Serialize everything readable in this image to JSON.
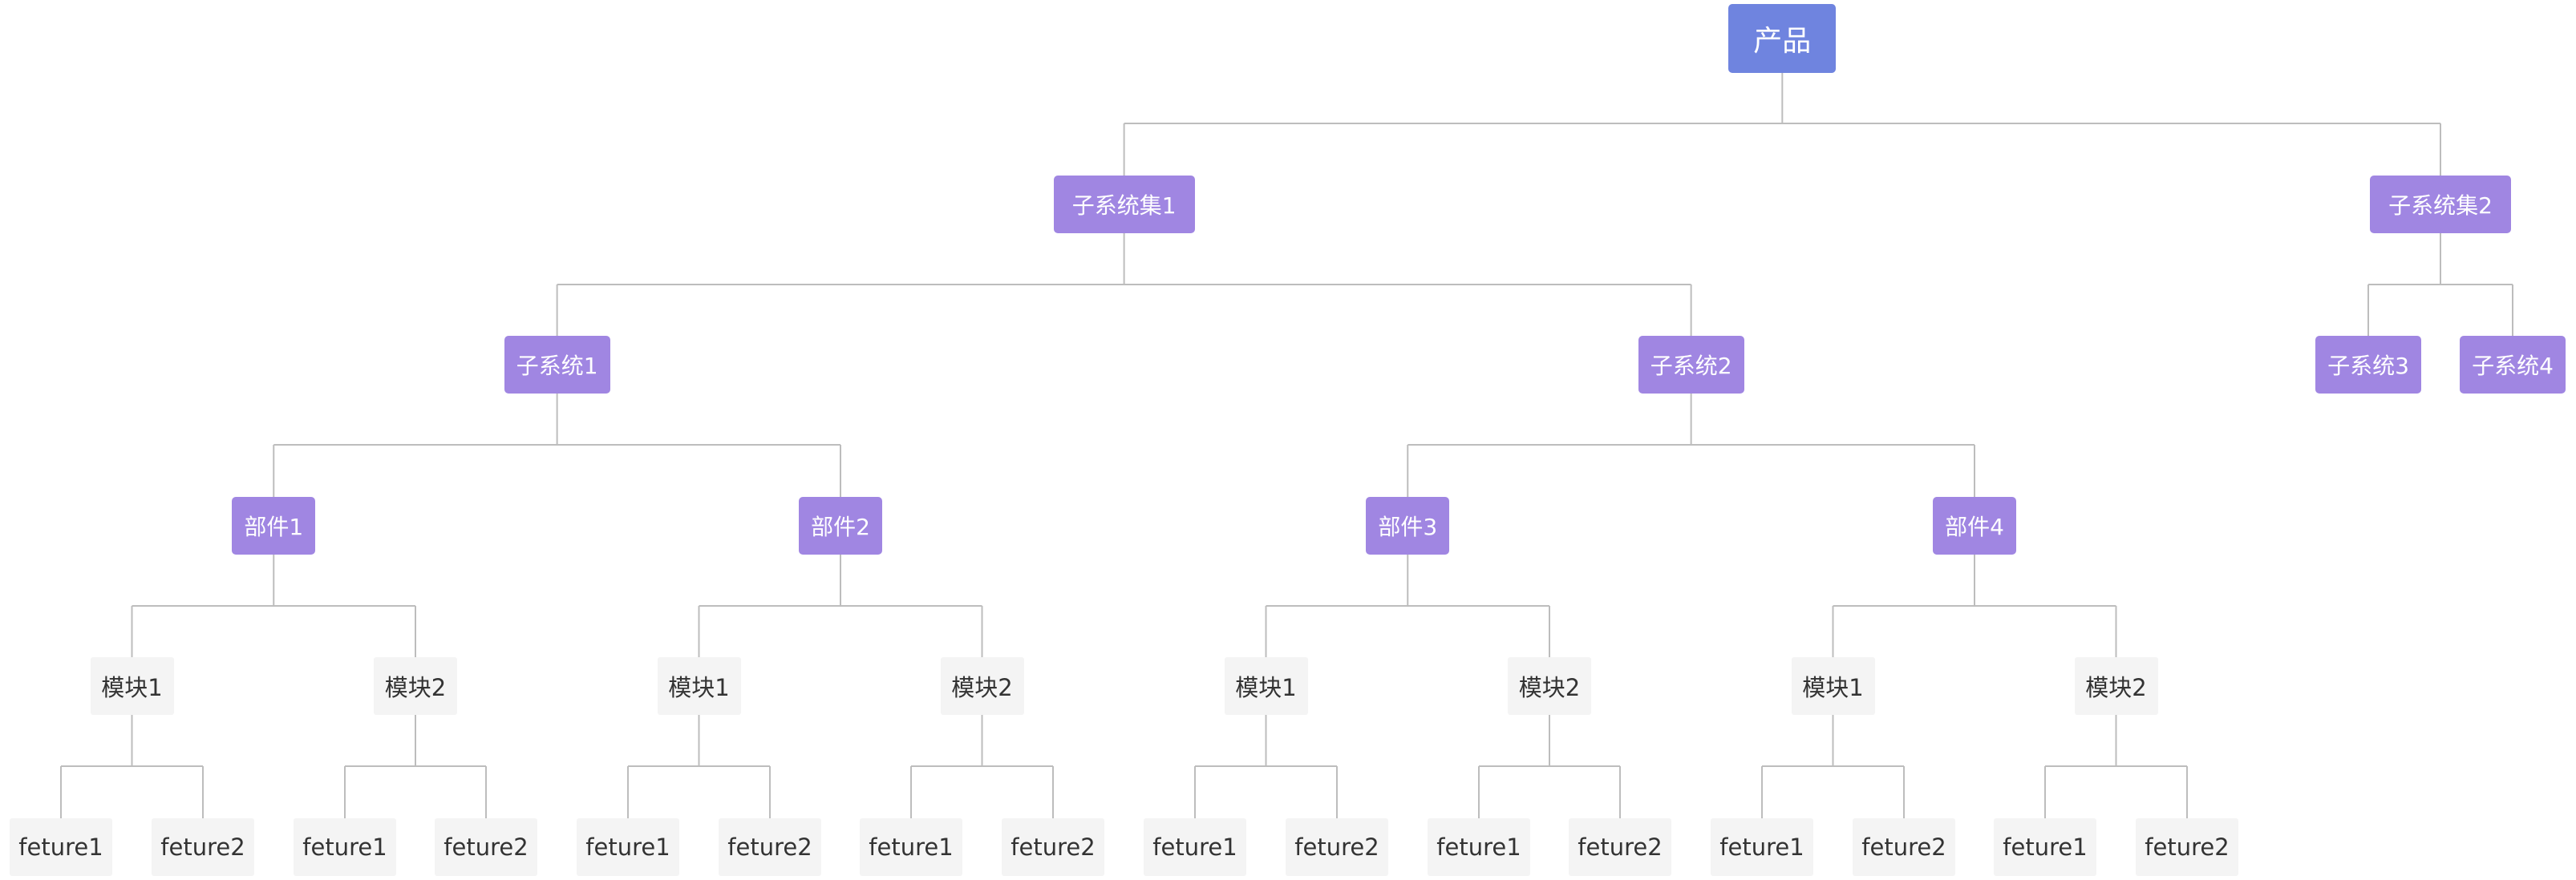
{
  "colors": {
    "root": "#6f84df",
    "branch": "#a086e2",
    "leaf": "#f4f4f4",
    "connector": "#bdbdbd"
  },
  "tree": {
    "label": "产品",
    "children": [
      {
        "label": "子系统集1",
        "children": [
          {
            "label": "子系统1",
            "children": [
              {
                "label": "部件1",
                "children": [
                  {
                    "label": "模块1",
                    "children": [
                      {
                        "label": "feture1"
                      },
                      {
                        "label": "feture2"
                      }
                    ]
                  },
                  {
                    "label": "模块2",
                    "children": [
                      {
                        "label": "feture1"
                      },
                      {
                        "label": "feture2"
                      }
                    ]
                  }
                ]
              },
              {
                "label": "部件2",
                "children": [
                  {
                    "label": "模块1",
                    "children": [
                      {
                        "label": "feture1"
                      },
                      {
                        "label": "feture2"
                      }
                    ]
                  },
                  {
                    "label": "模块2",
                    "children": [
                      {
                        "label": "feture1"
                      },
                      {
                        "label": "feture2"
                      }
                    ]
                  }
                ]
              }
            ]
          },
          {
            "label": "子系统2",
            "children": [
              {
                "label": "部件3",
                "children": [
                  {
                    "label": "模块1",
                    "children": [
                      {
                        "label": "feture1"
                      },
                      {
                        "label": "feture2"
                      }
                    ]
                  },
                  {
                    "label": "模块2",
                    "children": [
                      {
                        "label": "feture1"
                      },
                      {
                        "label": "feture2"
                      }
                    ]
                  }
                ]
              },
              {
                "label": "部件4",
                "children": [
                  {
                    "label": "模块1",
                    "children": [
                      {
                        "label": "feture1"
                      },
                      {
                        "label": "feture2"
                      }
                    ]
                  },
                  {
                    "label": "模块2",
                    "children": [
                      {
                        "label": "feture1"
                      },
                      {
                        "label": "feture2"
                      }
                    ]
                  }
                ]
              }
            ]
          }
        ]
      },
      {
        "label": "子系统集2",
        "children": [
          {
            "label": "子系统3"
          },
          {
            "label": "子系统4"
          }
        ]
      }
    ]
  }
}
